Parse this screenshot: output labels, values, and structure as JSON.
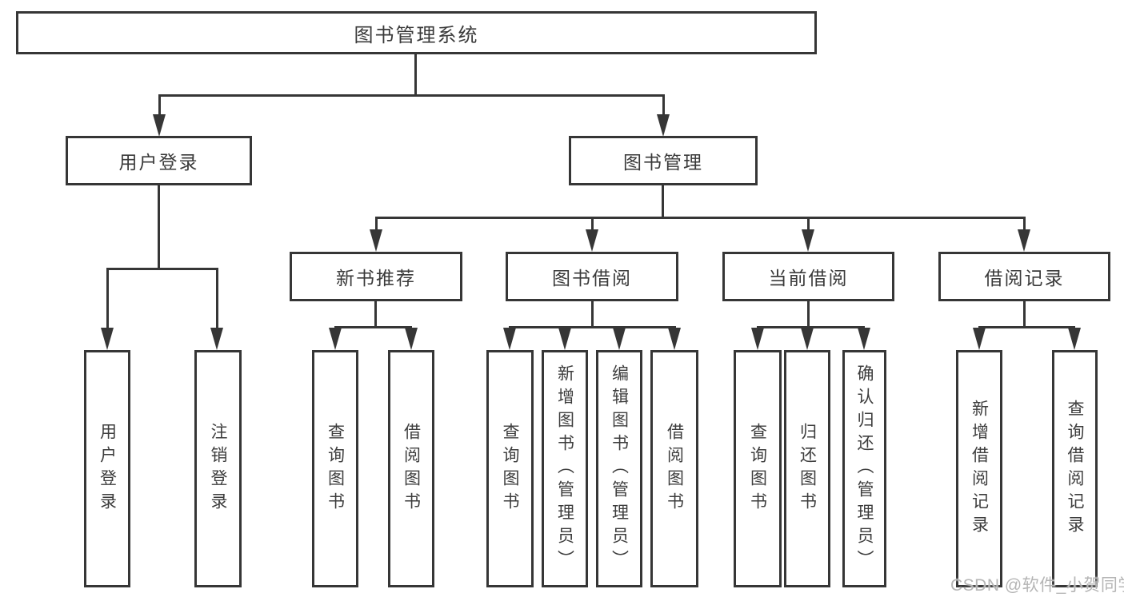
{
  "diagram": {
    "title": "图书管理系统",
    "root": {
      "label": "图书管理系统"
    },
    "level2": [
      {
        "id": "user-login",
        "label": "用户登录",
        "parent": "图书管理系统"
      },
      {
        "id": "book-management",
        "label": "图书管理",
        "parent": "图书管理系统"
      }
    ],
    "level3": [
      {
        "id": "new-book-recommend",
        "label": "新书推荐",
        "parent": "图书管理"
      },
      {
        "id": "book-borrow",
        "label": "图书借阅",
        "parent": "图书管理"
      },
      {
        "id": "current-borrow",
        "label": "当前借阅",
        "parent": "图书管理"
      },
      {
        "id": "borrow-records",
        "label": "借阅记录",
        "parent": "图书管理"
      }
    ],
    "leaves": [
      {
        "label": "用户登录",
        "parent": "用户登录"
      },
      {
        "label": "注销登录",
        "parent": "用户登录"
      },
      {
        "label": "查询图书",
        "parent": "新书推荐"
      },
      {
        "label": "借阅图书",
        "parent": "新书推荐"
      },
      {
        "label": "查询图书",
        "parent": "图书借阅"
      },
      {
        "label": "新增图书（管理员）",
        "parent": "图书借阅"
      },
      {
        "label": "编辑图书（管理员）",
        "parent": "图书借阅"
      },
      {
        "label": "借阅图书",
        "parent": "图书借阅"
      },
      {
        "label": "查询图书",
        "parent": "当前借阅"
      },
      {
        "label": "归还图书",
        "parent": "当前借阅"
      },
      {
        "label": "确认归还（管理员）",
        "parent": "当前借阅"
      },
      {
        "label": "新增借阅记录",
        "parent": "借阅记录"
      },
      {
        "label": "查询借阅记录",
        "parent": "借阅记录"
      }
    ],
    "watermark": "CSDN @软件_小贺同学",
    "colors": {
      "line": "#363636",
      "text": "#3a3a3a",
      "watermark": "#b5b5b5",
      "background": "#ffffff"
    }
  }
}
